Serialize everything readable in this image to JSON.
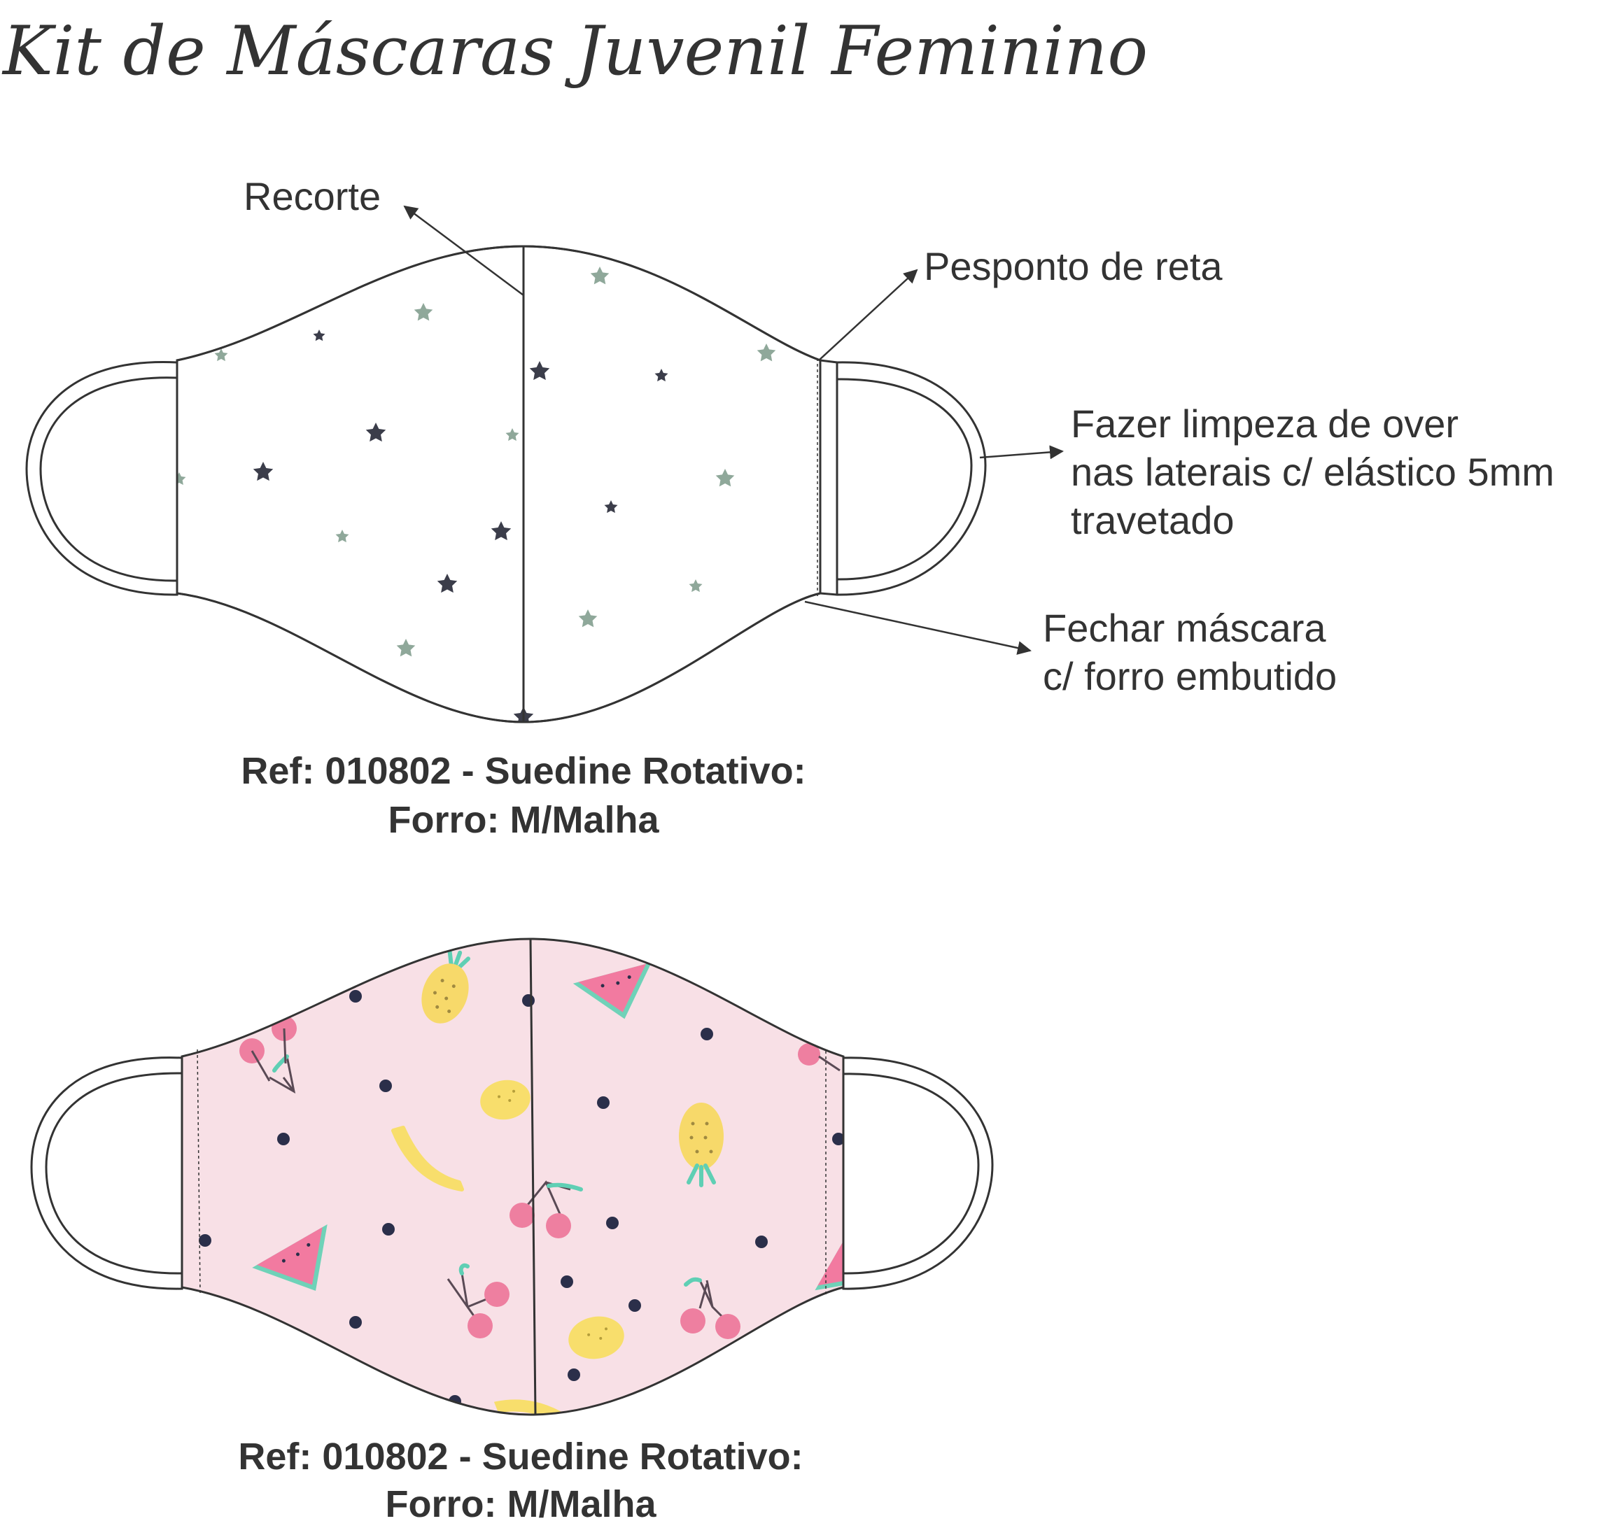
{
  "title": "Kit de Máscaras Juvenil Feminino",
  "annotations": {
    "recorte": "Recorte",
    "pesponto": "Pesponto de reta",
    "limpeza": [
      "Fazer limpeza de over",
      "nas laterais c/ elástico 5mm",
      "travetado"
    ],
    "fechar": [
      "Fechar máscara",
      "c/ forro embutido"
    ]
  },
  "masks": [
    {
      "print": "stars",
      "ref_line1": "Ref: 010802 - Suedine Rotativo:",
      "ref_line2": "Forro: M/Malha"
    },
    {
      "print": "fruits",
      "ref_line1": "Ref: 010802 - Suedine Rotativo:",
      "ref_line2": "Forro: M/Malha"
    }
  ],
  "colors": {
    "outline": "#333333",
    "star_dark": "#3b3d4a",
    "star_sage": "#8fa89a",
    "mask2_fabric": "#f8e0e6",
    "dot": "#2b2f4a",
    "cherry": "#ee7fa0",
    "stem": "#5a4a55",
    "leaf": "#5fcfb4",
    "pineapple": "#f7d96a",
    "lemon": "#f8de6c",
    "watermelon": "#f27aa0",
    "rind": "#6fd2b8"
  }
}
